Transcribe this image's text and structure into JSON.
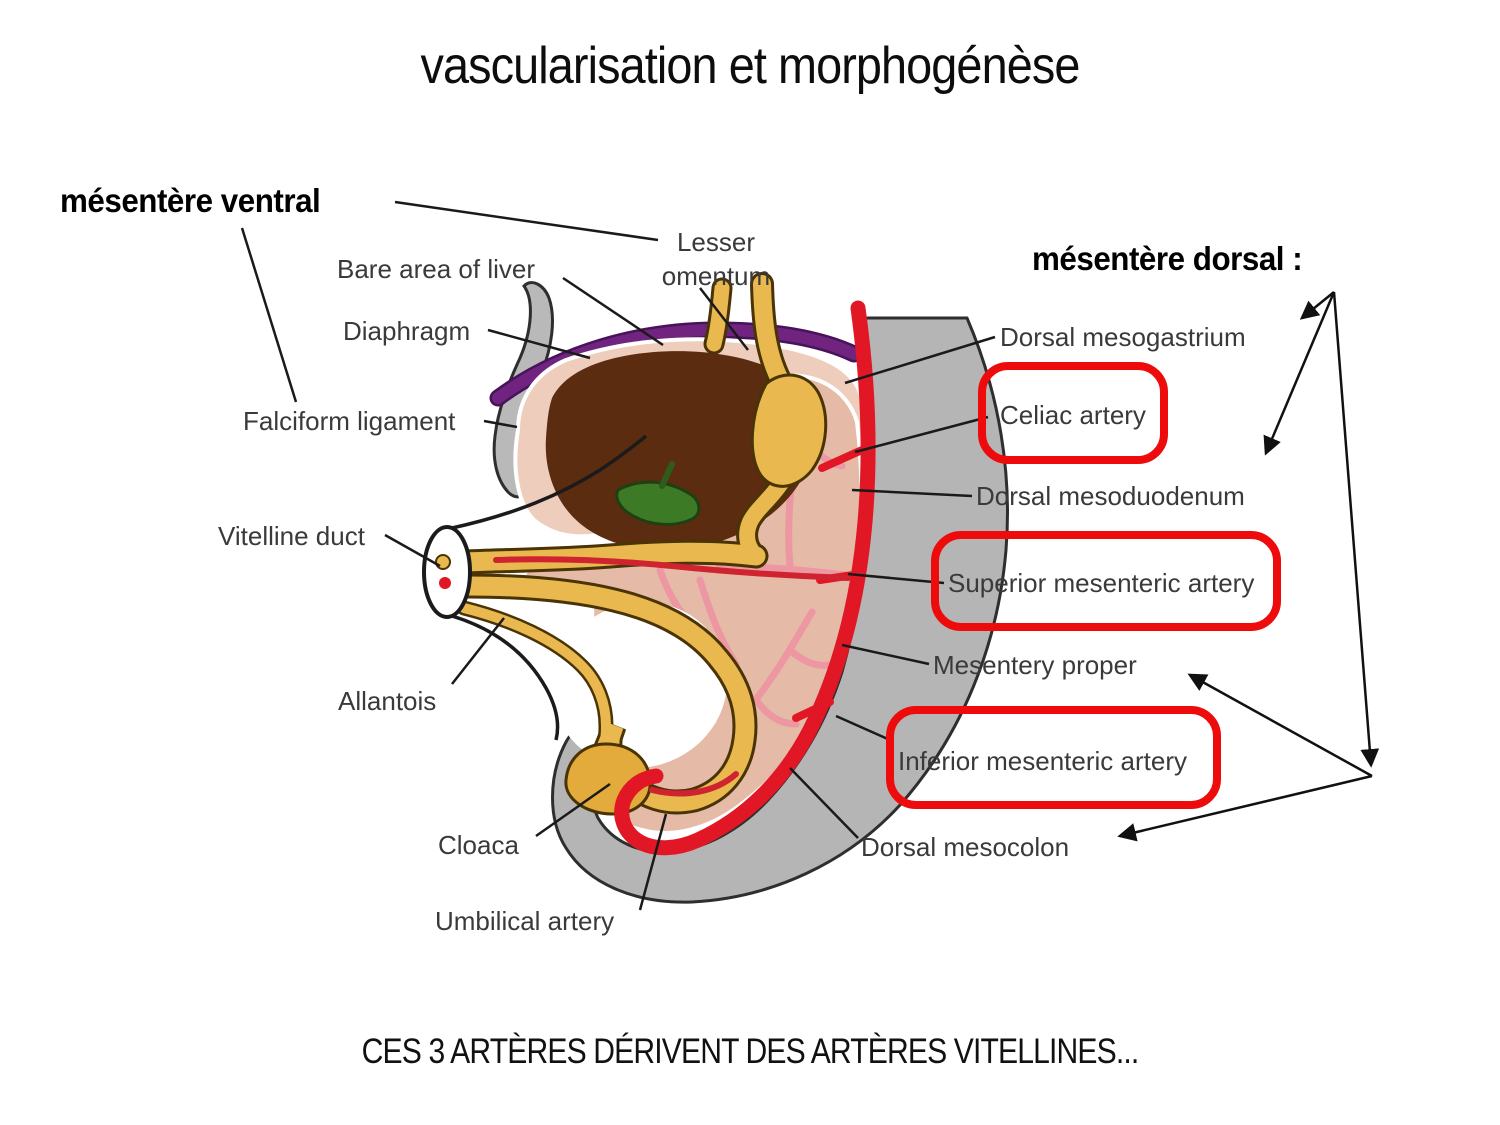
{
  "slide": {
    "title": "vascularisation et morphogénèse",
    "caption": "CES 3 ARTÈRES DÉRIVENT DES ARTÈRES VITELLINES...",
    "annotation_ventral": "mésentère ventral",
    "annotation_dorsal": "mésentère dorsal :"
  },
  "labels": {
    "bare_area": "Bare area of liver",
    "lesser_line1": "Lesser",
    "lesser_line2": "omentum",
    "diaphragm": "Diaphragm",
    "falciform": "Falciform ligament",
    "vitelline": "Vitelline duct",
    "allantois": "Allantois",
    "cloaca": "Cloaca",
    "umbilical": "Umbilical artery",
    "dorsal_mesogastrium": "Dorsal mesogastrium",
    "celiac": "Celiac artery",
    "dorsal_mesoduodenum": "Dorsal mesoduodenum",
    "superior_mesenteric": "Superior mesenteric artery",
    "mesentery_proper": "Mesentery proper",
    "inferior_mesenteric": "Inferior mesenteric artery",
    "dorsal_mesocolon": "Dorsal mesocolon"
  },
  "colors": {
    "highlight_box_red": "#ee0b0b",
    "artery_red": "#e21726",
    "gut_yellow": "#e9b84f",
    "gut_outline": "#4a3305",
    "liver_brown": "#5c2c10",
    "diaphragm_purple": "#70247f",
    "mesentery_pink": "#ecc3b1",
    "vessel_pink": "#ec97a1",
    "body_gray": "#b5b5b5",
    "bud_green": "#3c7a26"
  }
}
